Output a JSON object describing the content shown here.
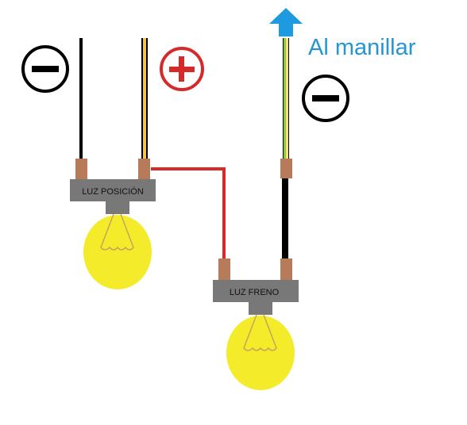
{
  "labels": {
    "luz_posicion": "LUZ POSICIÓN",
    "luz_freno": "LUZ FRENO",
    "al_manillar": "Al manillar",
    "negative_symbol": "−",
    "positive_symbol": "+"
  },
  "colors": {
    "negative": "#000000",
    "positive": "#d42a2a",
    "arrow": "#1e9be0",
    "manillar_text": "#2596d4",
    "wire_black": "#000000",
    "wire_red": "#d42a2a",
    "wire_yellow": "#f5c542",
    "wire_green_yellow": "#8fc73e",
    "socket": "#787878",
    "terminal": "#b77b5a",
    "bulb": "#f4ec2b"
  }
}
